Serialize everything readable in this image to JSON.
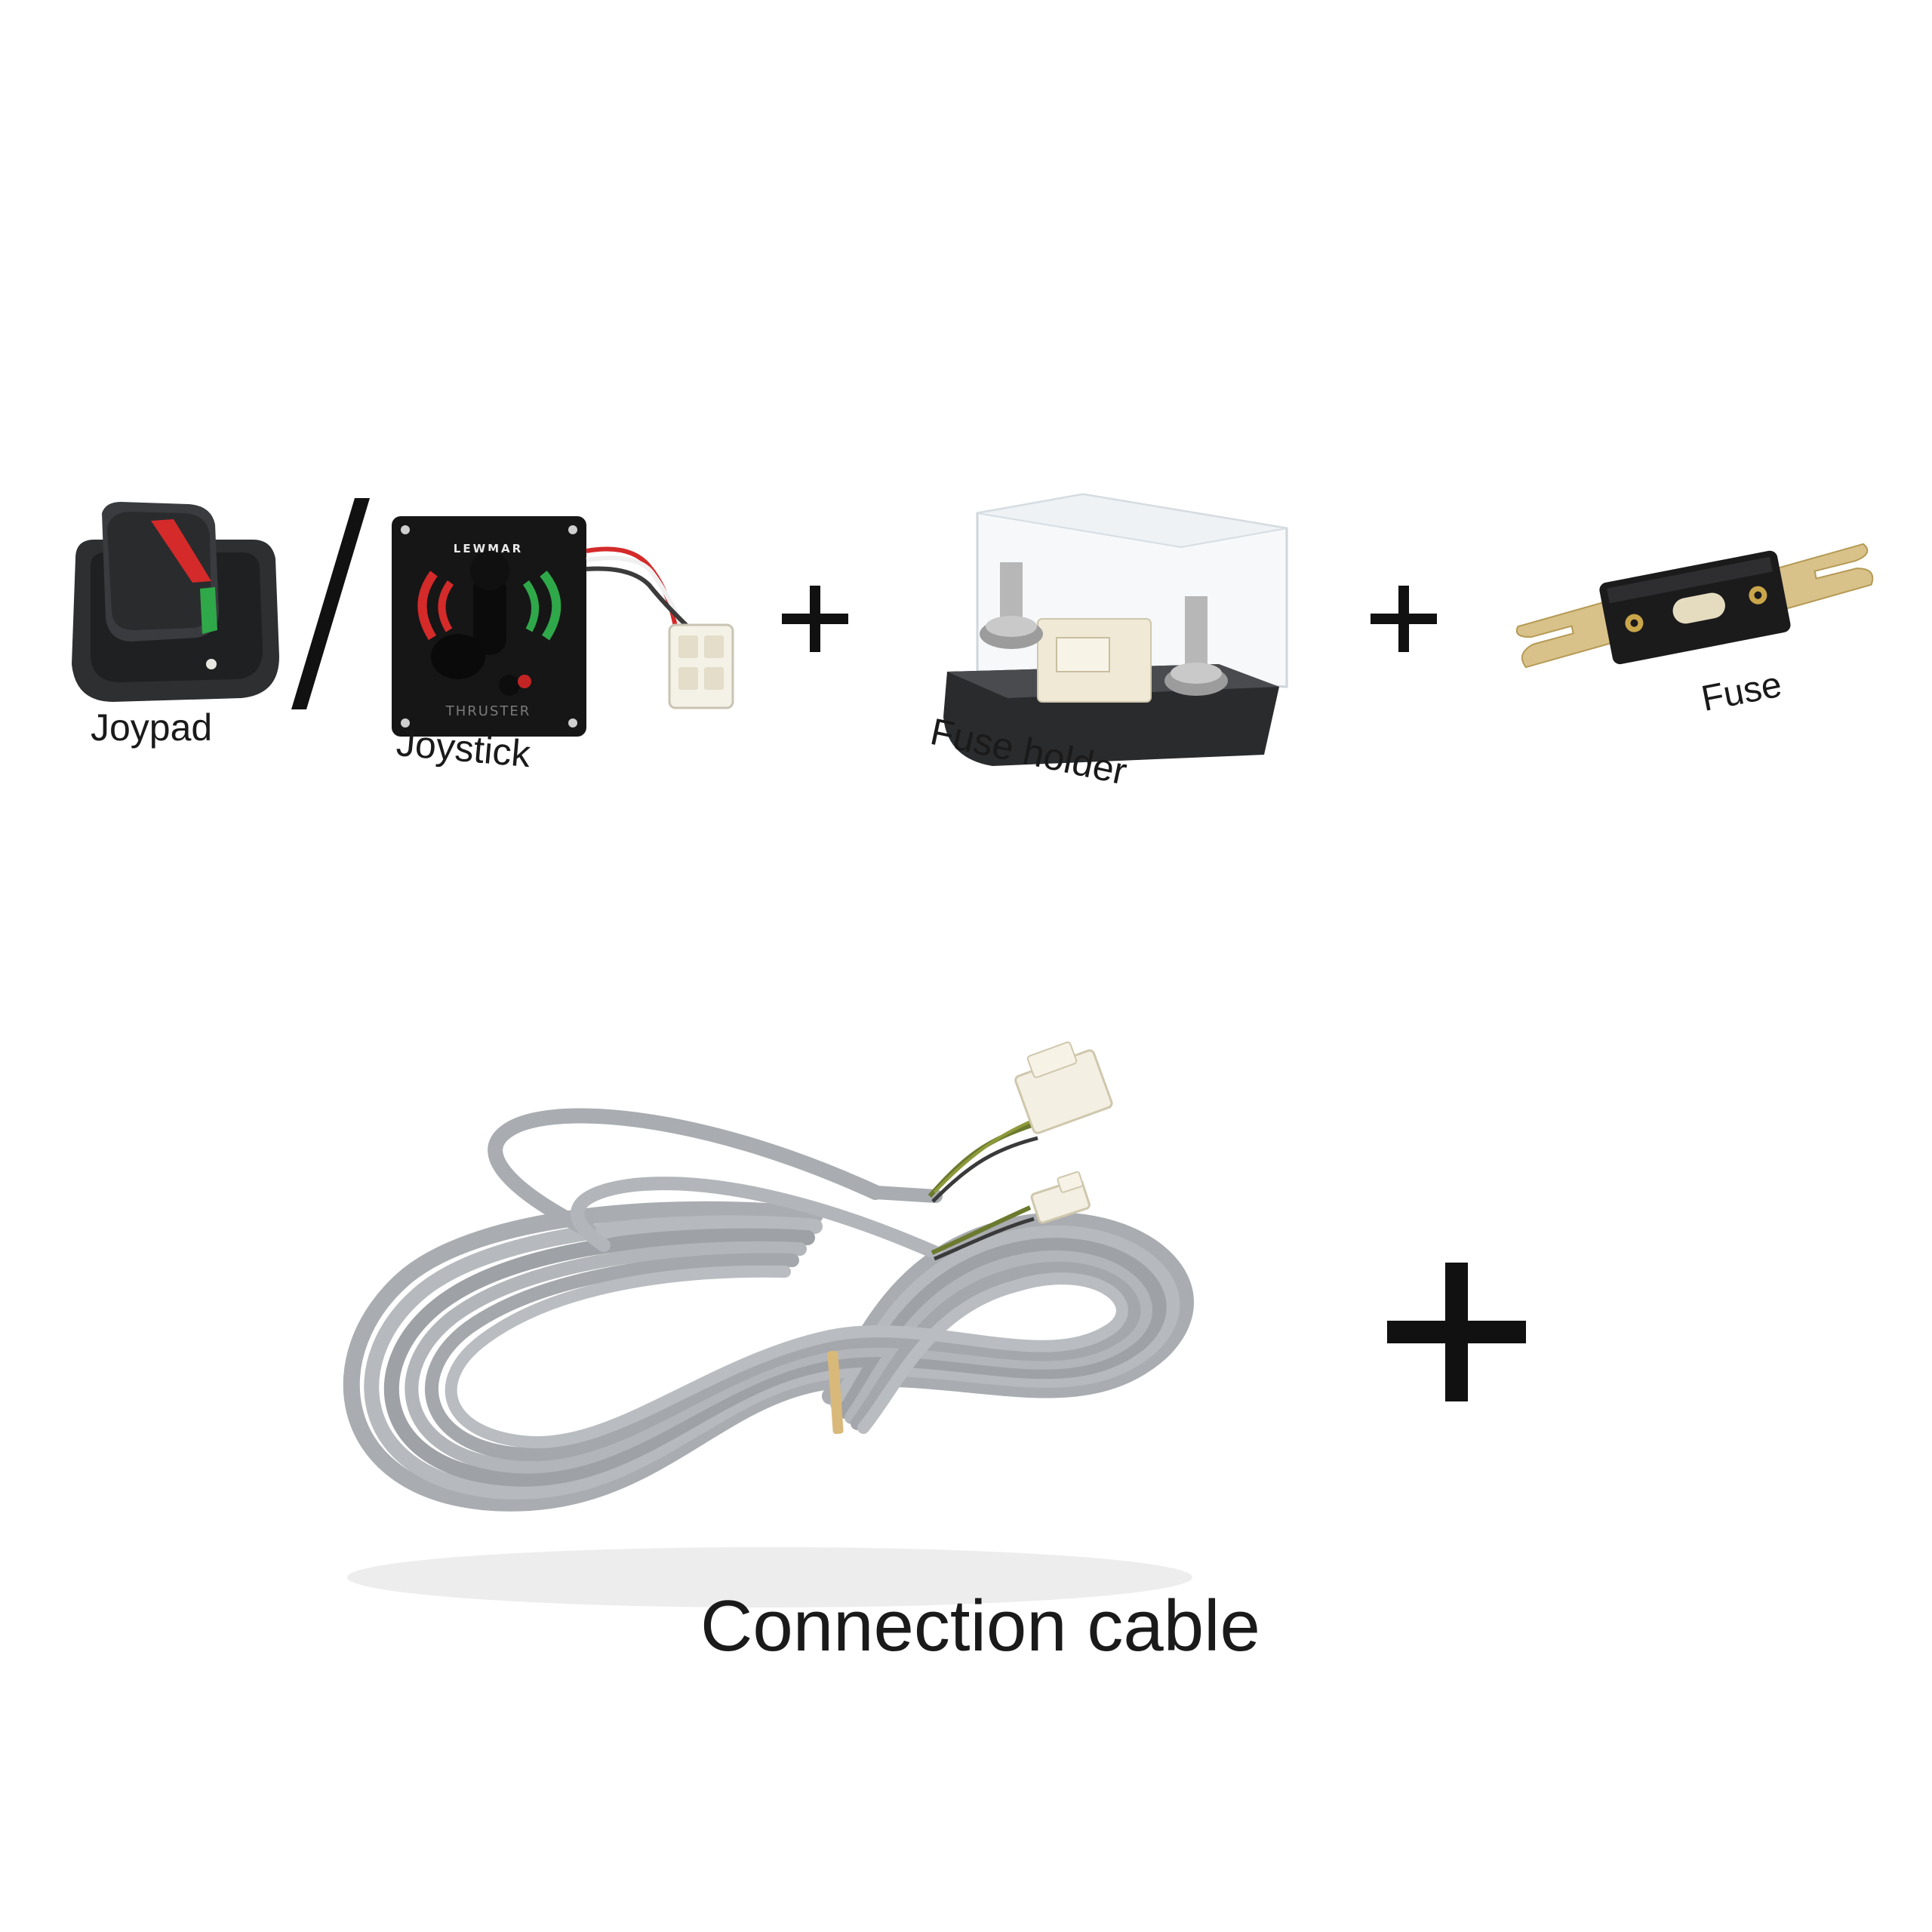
{
  "labels": {
    "joypad": "Joypad",
    "joystick": "Joystick",
    "fuse_holder": "Fuse holder",
    "fuse": "Fuse",
    "connection_cable": "Connection cable"
  },
  "panel_text": {
    "brand": "LEWMAR",
    "mode": "THRUSTER"
  },
  "colors": {
    "red_indicator": "#d42a2a",
    "green_indicator": "#2fa84a",
    "cable_grey": "#a9acb0",
    "fuse_gold": "#d8c28a",
    "symbol_black": "#111111"
  }
}
